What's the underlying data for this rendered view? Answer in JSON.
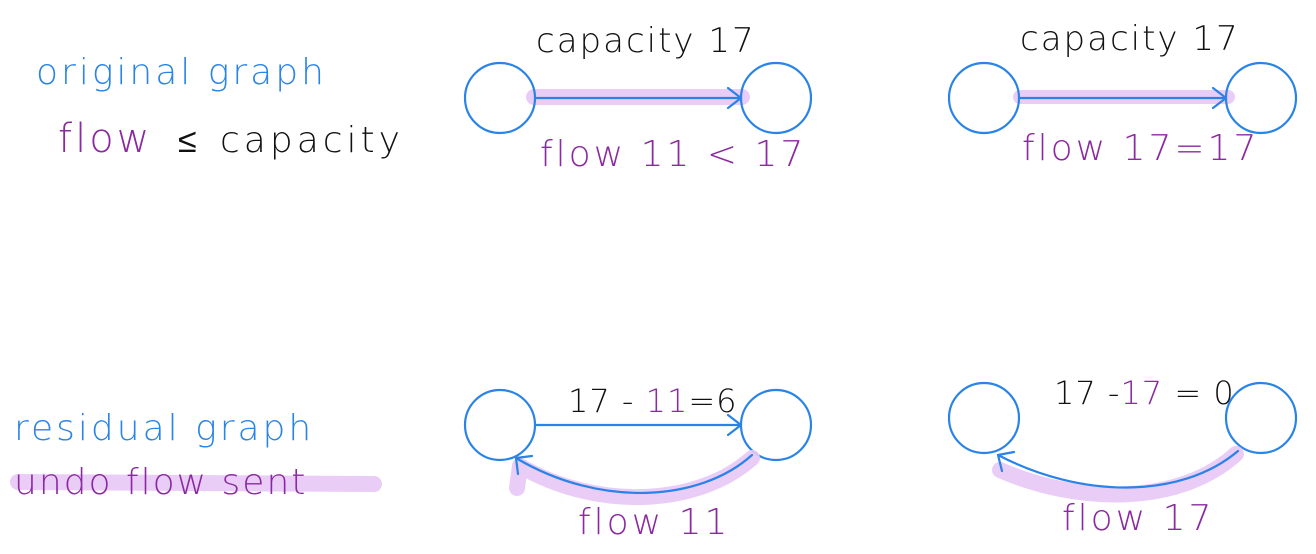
{
  "labels": {
    "original_graph": "original graph",
    "flow_word": "flow",
    "le_symbol": "≤",
    "capacity_word": "capacity",
    "residual_graph": "residual graph",
    "undo_flow_sent": "undo flow sent"
  },
  "diagram1": {
    "top_label": "capacity 17",
    "bottom_label": "flow 11 < 17"
  },
  "diagram2": {
    "top_label": "capacity 17",
    "bottom_label": "flow 17=17"
  },
  "diagram3": {
    "top_label_a": "17 - ",
    "top_label_b": "11",
    "top_label_c": "=6",
    "bottom_label": "flow 11"
  },
  "diagram4": {
    "top_label_a": "17 -",
    "top_label_b": "17",
    "top_label_c": " = 0",
    "bottom_label": "flow 17"
  },
  "colors": {
    "blue": "#2a83e6",
    "purple": "#8a2aa0",
    "black": "#111111",
    "highlight": "#e8c8f6"
  }
}
